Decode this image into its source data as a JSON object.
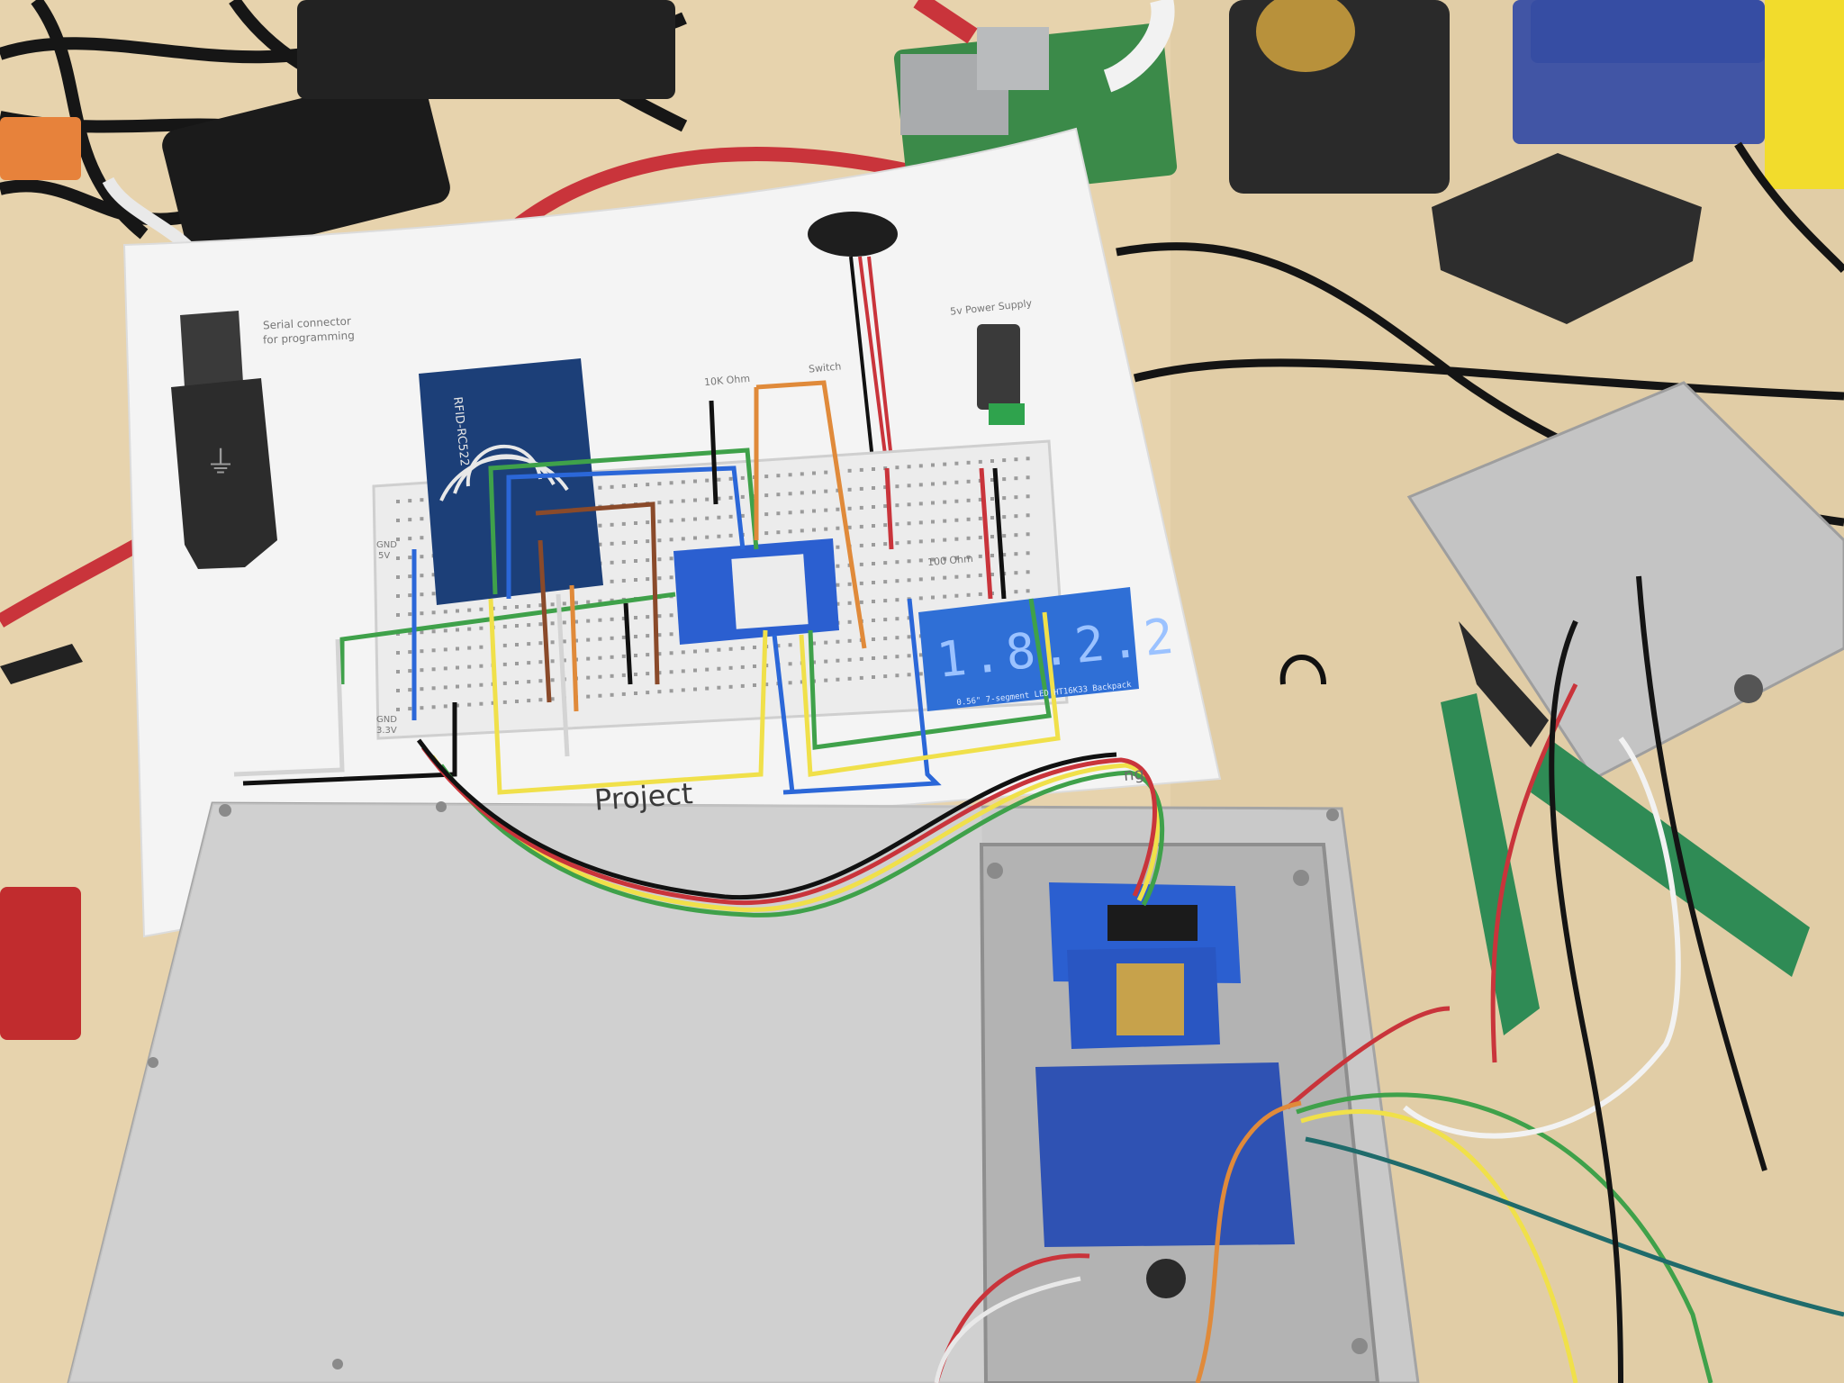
{
  "scene": {
    "colors": {
      "table": "#e7d3ad",
      "paper": "#f4f4f4",
      "aluminium": "#c9c9c9",
      "pcb_blue": "#1f4fae",
      "pcb_green": "#3b8a49",
      "display_blue": "#2f6fd6",
      "wire_red": "#c9343b",
      "wire_black": "#111111",
      "wire_yellow": "#f0e04a",
      "wire_green": "#3fa14a",
      "wire_blue": "#2b67d8",
      "wire_orange": "#e08a3a",
      "plier_green": "#2f8b55"
    },
    "schematic": {
      "serial_label_1": "Serial connector",
      "serial_label_2": "for programming",
      "power_label": "5v Power Supply",
      "rfid_label": "RFID-RC522",
      "resistor_label": "10K Ohm",
      "switch_label": "Switch",
      "resistor2_label": "100 Ohm",
      "rail_top_label_1": "GND",
      "rail_top_label_2": "5V",
      "rail_bottom_label_1": "GND",
      "rail_bottom_label_2": "3.3V",
      "display_digits": "1.8.2.2",
      "display_caption": "0.56\" 7-segment LED HT16K33 Backpack",
      "title_fragment": "Project",
      "corner_fragment": "ng"
    },
    "objects": {
      "usb_icon": "usb-plug-icon",
      "buzzer_icon": "buzzer-icon",
      "power_jack_icon": "dc-jack-icon",
      "rfid_icon": "rfid-antenna-icon"
    }
  }
}
